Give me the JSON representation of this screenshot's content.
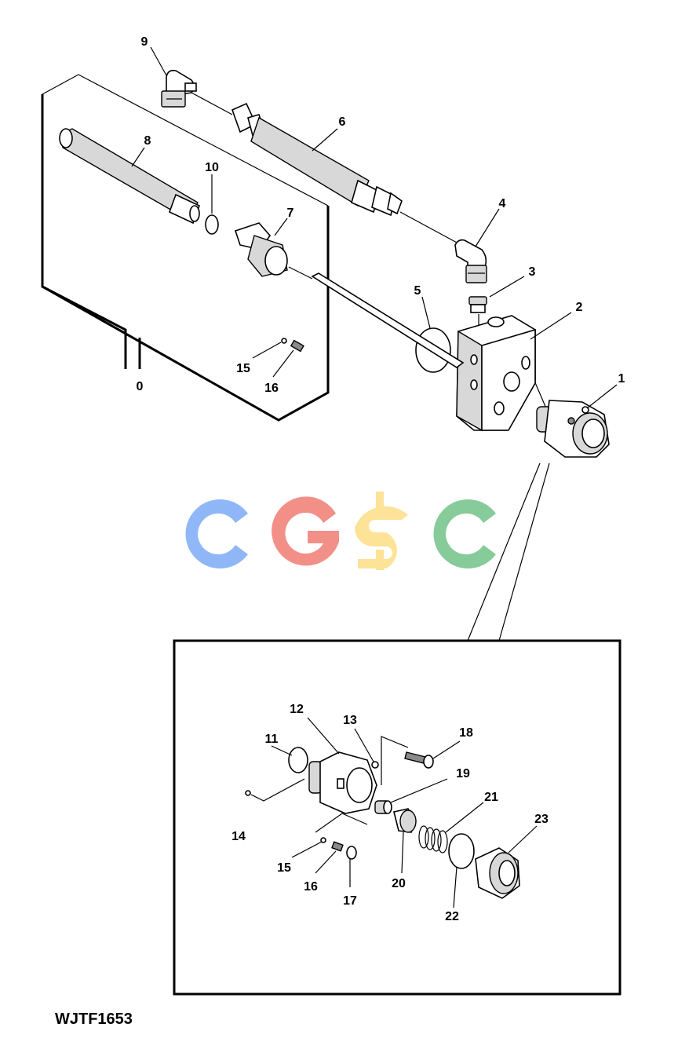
{
  "figure_id": "WJTF1653",
  "watermark": {
    "letters": [
      {
        "char": "C",
        "color": "#8ab4f8"
      },
      {
        "char": "G",
        "color": "#f28b82"
      },
      {
        "char": "S",
        "color": "#fde293"
      },
      {
        "char": "C",
        "color": "#81c995"
      }
    ]
  },
  "callouts": [
    "0",
    "1",
    "2",
    "3",
    "4",
    "5",
    "6",
    "7",
    "8",
    "9",
    "10",
    "11",
    "12",
    "13",
    "14",
    "15",
    "16",
    "17",
    "18",
    "19",
    "20",
    "21",
    "22",
    "23"
  ],
  "callouts_detail_top": [
    "15",
    "16"
  ],
  "callouts_detail_bottom": [
    "15",
    "16"
  ]
}
